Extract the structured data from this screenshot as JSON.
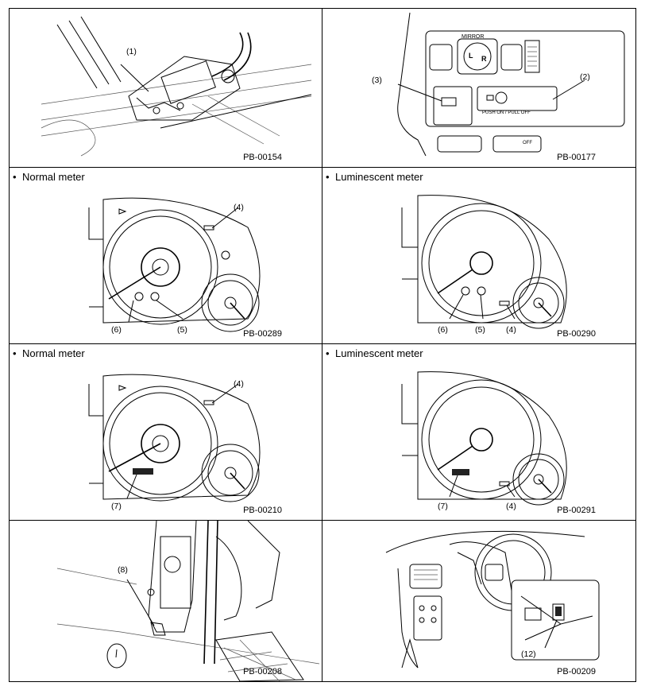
{
  "panels": [
    {
      "id": "p1",
      "heading": "",
      "code": "PB-00154",
      "labels": [
        "(1)"
      ]
    },
    {
      "id": "p2",
      "heading": "",
      "code": "PB-00177",
      "labels": [
        "(3)",
        "(2)"
      ],
      "switch_text": {
        "mirror": "MIRROR",
        "mirror_l": "L",
        "mirror_r": "R",
        "push": "PUSH ON / PULL OFF",
        "off": "OFF"
      }
    },
    {
      "id": "p3",
      "heading": "Normal meter",
      "code": "PB-00289",
      "labels": [
        "(4)",
        "(6)",
        "(5)"
      ]
    },
    {
      "id": "p4",
      "heading": "Luminescent meter",
      "code": "PB-00290",
      "labels": [
        "(6)",
        "(5)",
        "(4)"
      ]
    },
    {
      "id": "p5",
      "heading": "Normal meter",
      "code": "PB-00210",
      "labels": [
        "(4)",
        "(7)"
      ]
    },
    {
      "id": "p6",
      "heading": "Luminescent meter",
      "code": "PB-00291",
      "labels": [
        "(7)",
        "(4)"
      ]
    },
    {
      "id": "p7",
      "heading": "",
      "code": "PB-00208",
      "labels": [
        "(8)"
      ]
    },
    {
      "id": "p8",
      "heading": "",
      "code": "PB-00209",
      "labels": [
        "(12)"
      ]
    }
  ],
  "bullet": "•",
  "icons": [
    "bullet-icon",
    "arrow-icon"
  ]
}
